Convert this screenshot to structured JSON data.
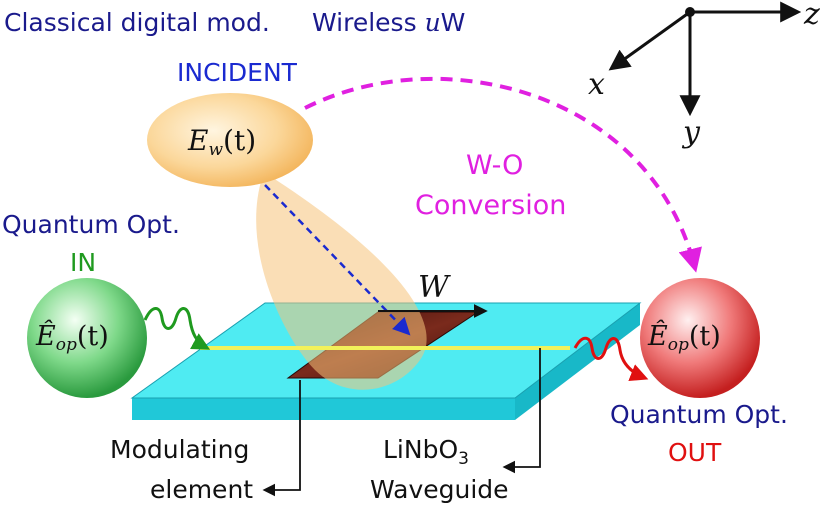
{
  "header": {
    "classical_label": "Classical digital mod.",
    "wireless_prefix": "Wireless ",
    "wireless_u": "u",
    "wireless_suffix": "W"
  },
  "incident_label": "INCIDENT",
  "microwave_field": {
    "symbol": "E",
    "subscript": "w",
    "argument": "(t)"
  },
  "conversion_label": {
    "line1": "W-O",
    "line2": "Conversion"
  },
  "quantum_in": {
    "line1": "Quantum Opt.",
    "line2": "IN",
    "symbol": "Ê",
    "subscript": "op",
    "argument": "(t)"
  },
  "quantum_out": {
    "line1": "Quantum Opt.",
    "line2": "OUT",
    "symbol": "Ê",
    "subscript": "op",
    "argument": "(t)"
  },
  "width_label": "W",
  "modulating_label": {
    "line1": "Modulating",
    "line2": "element"
  },
  "waveguide_label": {
    "line1_prefix": "LiNbO",
    "line1_sub": "3",
    "line2": "Waveguide"
  },
  "axes": {
    "x": "x",
    "y": "y",
    "z": "z"
  },
  "colors": {
    "navy": "#1a1a8c",
    "green": "#1f9a1f",
    "magenta": "#e020e0",
    "red": "#e01010",
    "slab": "#30e8f0",
    "electrode": "#5a1a14",
    "beam": "#f5c37a"
  }
}
